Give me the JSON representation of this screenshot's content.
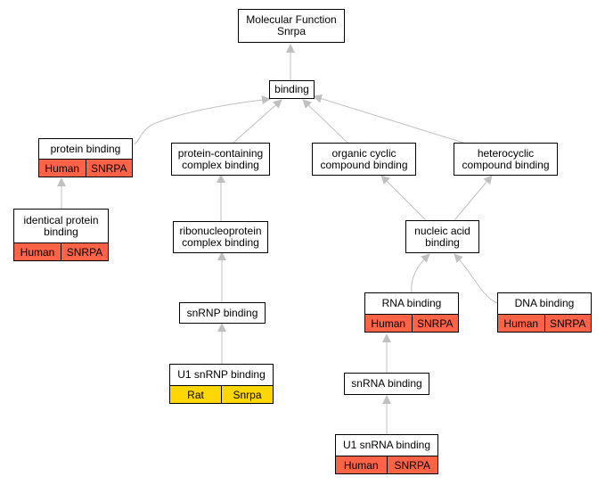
{
  "nodes": {
    "mf": {
      "line1": "Molecular Function",
      "line2": "Snrpa"
    },
    "binding": {
      "line1": "binding"
    },
    "pb": {
      "line1": "protein binding",
      "species": "Human",
      "gene": "SNRPA"
    },
    "pcb": {
      "line1": "protein-containing",
      "line2": "complex binding"
    },
    "occ": {
      "line1": "organic cyclic",
      "line2": "compound binding"
    },
    "het": {
      "line1": "heterocyclic",
      "line2": "compound binding"
    },
    "ipb": {
      "line1": "identical protein",
      "line2": "binding",
      "species": "Human",
      "gene": "SNRPA"
    },
    "rnp": {
      "line1": "ribonucleoprotein",
      "line2": "complex binding"
    },
    "nab": {
      "line1": "nucleic acid",
      "line2": "binding"
    },
    "snrnp": {
      "line1": "snRNP binding"
    },
    "rna": {
      "line1": "RNA binding",
      "species": "Human",
      "gene": "SNRPA"
    },
    "dna": {
      "line1": "DNA binding",
      "species": "Human",
      "gene": "SNRPA"
    },
    "u1snrnp": {
      "line1": "U1 snRNP binding",
      "species": "Rat",
      "gene": "Snrpa"
    },
    "snrna": {
      "line1": "snRNA binding"
    },
    "u1snrna": {
      "line1": "U1 snRNA binding",
      "species": "Human",
      "gene": "SNRPA"
    }
  },
  "colors": {
    "human": "#ff6347",
    "rat": "#ffd700",
    "edge": "#c0c0c0"
  }
}
